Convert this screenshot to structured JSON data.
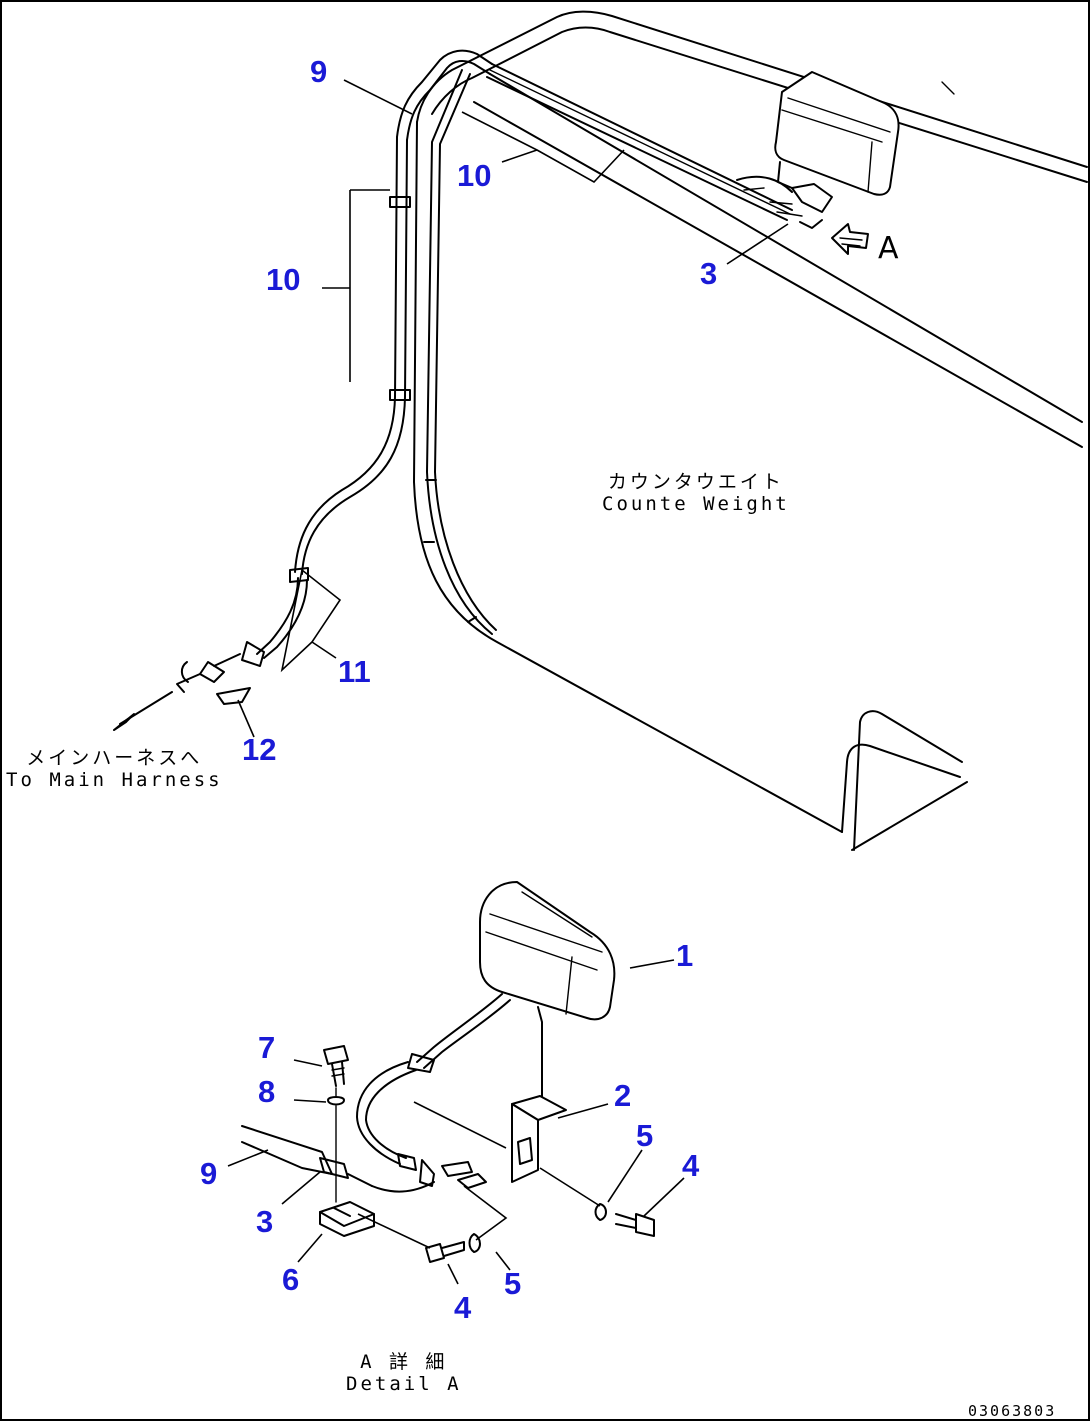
{
  "callouts": {
    "upper_9": "9",
    "upper_10_side": "10",
    "upper_10_top": "10",
    "upper_3": "3",
    "upper_11": "11",
    "upper_12": "12",
    "detail_1": "1",
    "detail_2": "2",
    "detail_3": "3",
    "detail_4_left": "4",
    "detail_4_right": "4",
    "detail_5_left": "5",
    "detail_5_right": "5",
    "detail_6": "6",
    "detail_7": "7",
    "detail_8": "8",
    "detail_9": "9"
  },
  "notes": {
    "counterweight_jp": "カウンタウエイト",
    "counterweight_en": "Counte Weight",
    "harness_jp": "メインハーネスへ",
    "harness_en": "To Main Harness",
    "detail_jp": "A 詳 細",
    "detail_en": "Detail A",
    "view_letter": "A"
  },
  "drawing_number": "03063803",
  "colors": {
    "callout": "#1a1ad6",
    "line": "#000000",
    "background": "#ffffff"
  }
}
